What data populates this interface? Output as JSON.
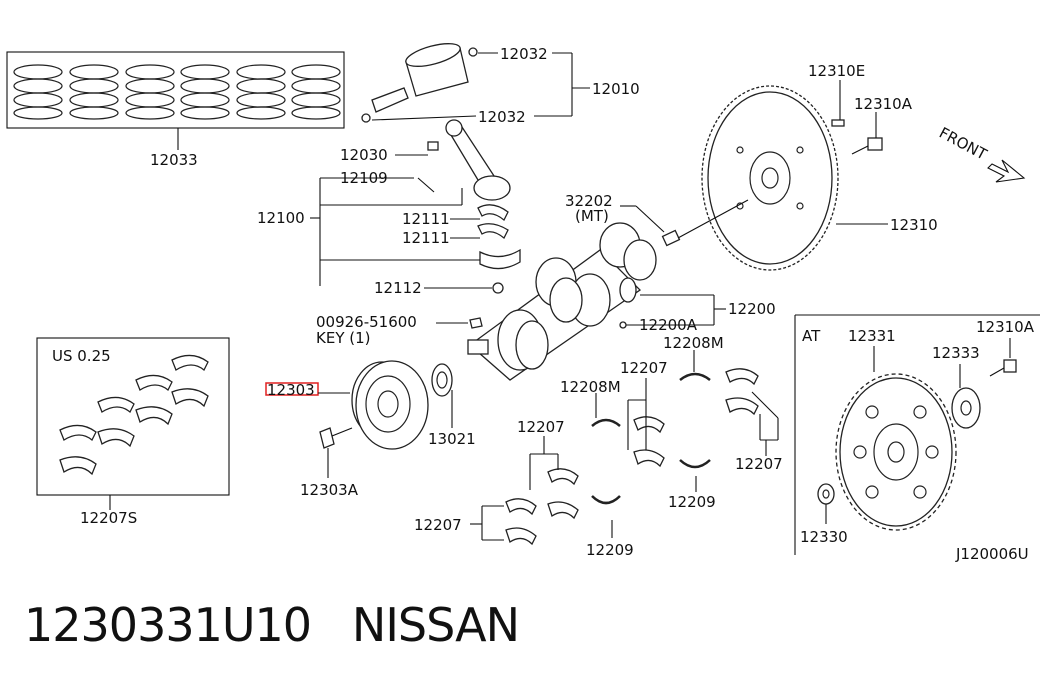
{
  "labels": {
    "p12033": "12033",
    "p12032a": "12032",
    "p12010": "12010",
    "p12032b": "12032",
    "p12030": "12030",
    "p12109": "12109",
    "p12100": "12100",
    "p12111a": "12111",
    "p12111b": "12111",
    "p12112": "12112",
    "p00926": "00926-51600",
    "key": "KEY (1)",
    "us025": "US 0.25",
    "p12303": "12303",
    "p12303a": "12303A",
    "p13021": "13021",
    "p12207s": "12207S",
    "p32202": "32202",
    "mt": "(MT)",
    "p12310e": "12310E",
    "p12310a": "12310A",
    "front": "FRONT",
    "p12310": "12310",
    "p12200": "12200",
    "p12200a": "12200A",
    "p12208m_a": "12208M",
    "p12208m_b": "12208M",
    "p12207a": "12207",
    "p12207b": "12207",
    "p12207c": "12207",
    "p12207d": "12207",
    "p12209a": "12209",
    "p12209b": "12209",
    "at": "AT",
    "p12331": "12331",
    "p12333": "12333",
    "p12310a_at": "12310A",
    "p12330": "12330",
    "drawing_id": "J120006U"
  },
  "caption": "1230331U10   NISSAN",
  "highlight_color": "#e02020"
}
